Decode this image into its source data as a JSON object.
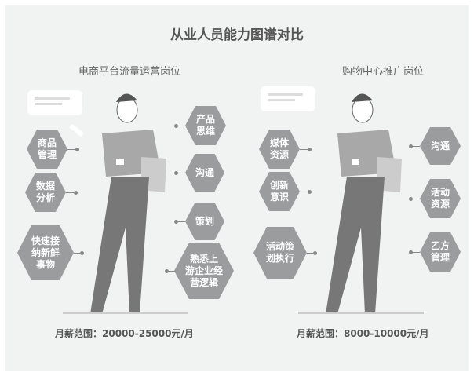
{
  "title": "从业人员能力图谱对比",
  "left": {
    "heading": "电商平台流量运营岗位",
    "skills": [
      "商品\n管理",
      "数据\n分析",
      "快速接\n纳新鲜\n事物",
      "产品\n思维",
      "沟通",
      "策划",
      "熟悉上\n游企业经\n营逻辑"
    ],
    "salary": "月薪范围：20000-25000元/月"
  },
  "right": {
    "heading": "购物中心推广岗位",
    "skills": [
      "媒体\n资源",
      "创新\n意识",
      "活动策\n划执行",
      "沟通",
      "活动\n资源",
      "乙方\n管理"
    ],
    "salary": "月薪范围：8000-10000元/月"
  }
}
